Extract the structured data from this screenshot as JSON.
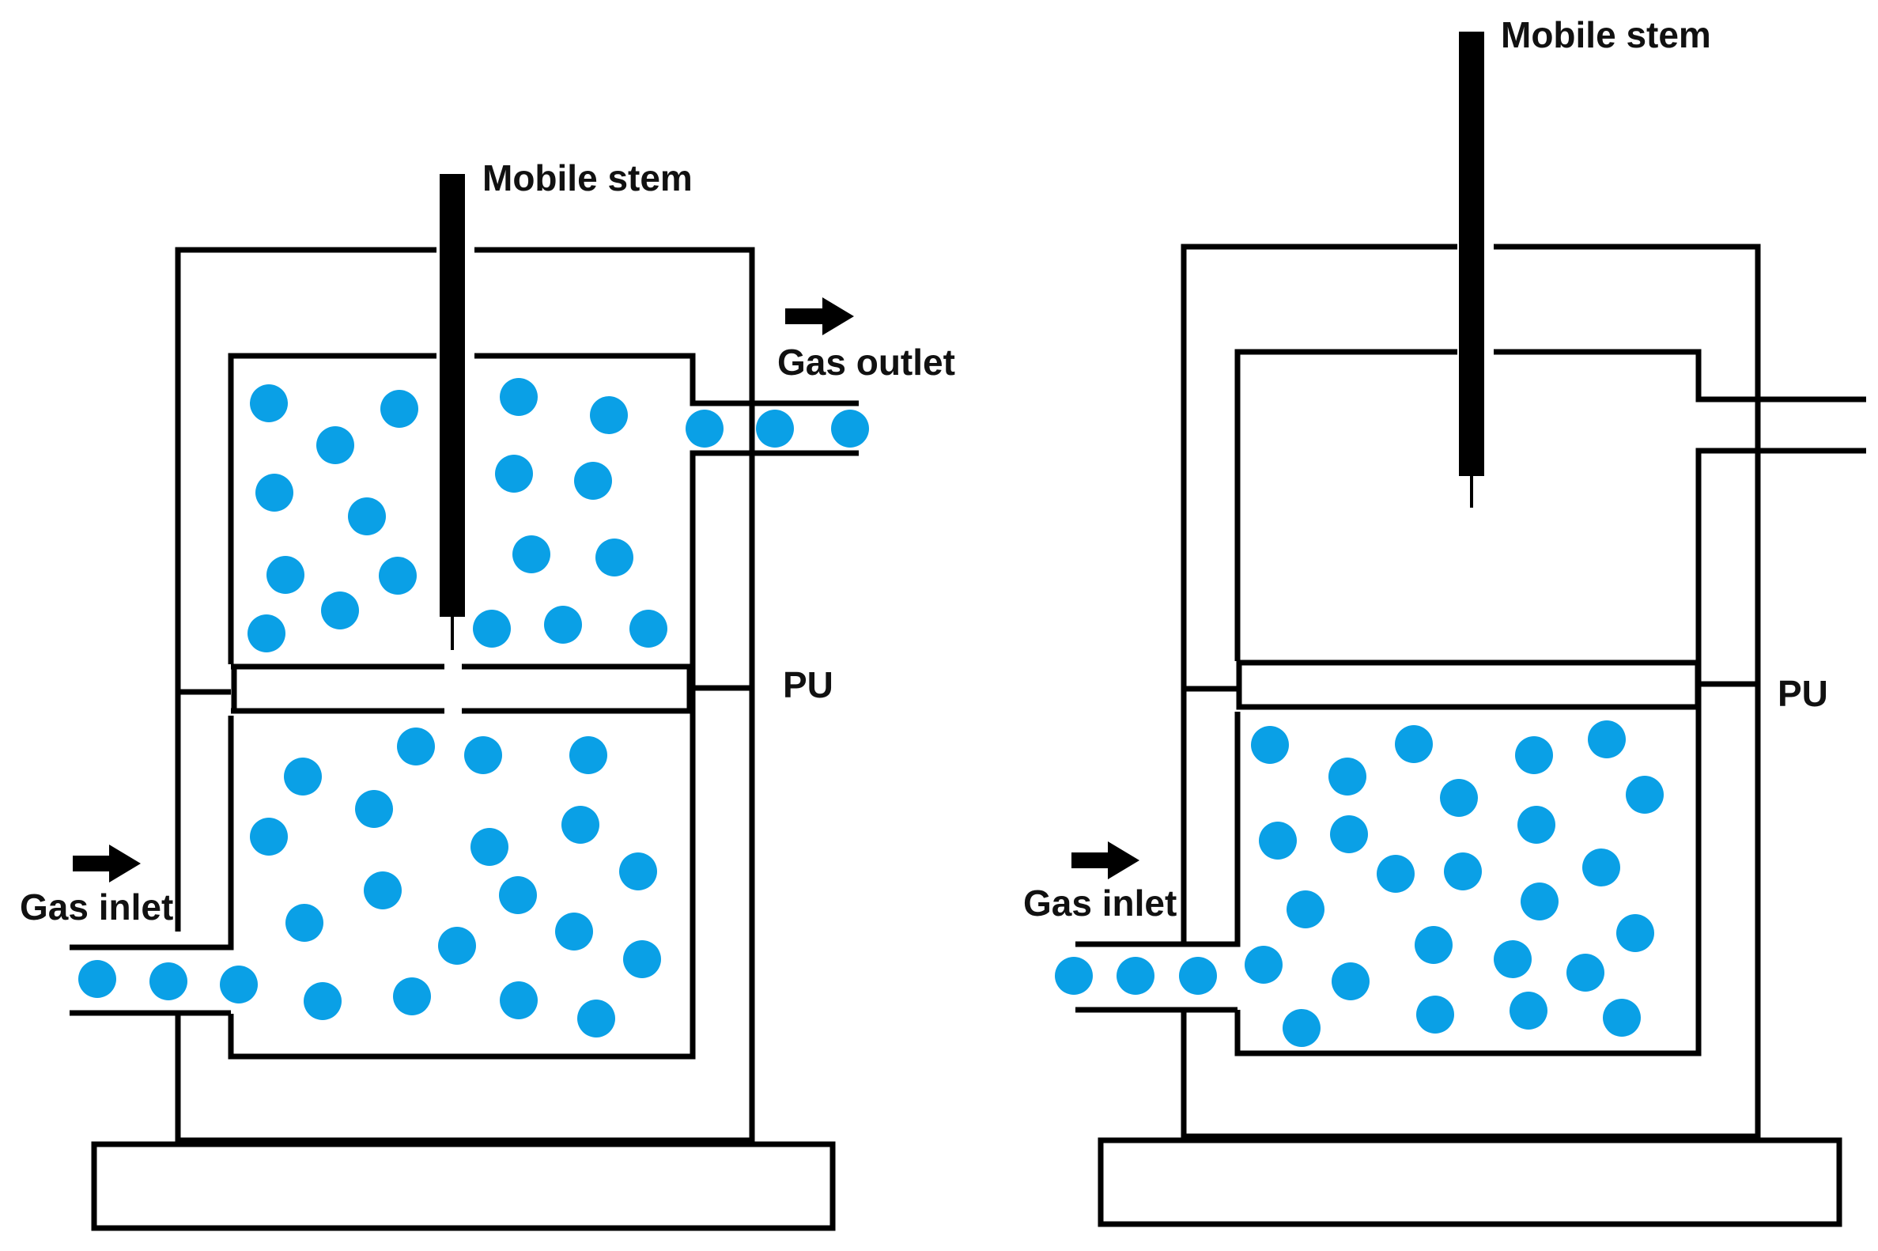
{
  "labels": {
    "left_mobile_stem": "Mobile stem",
    "left_gas_outlet": "Gas outlet",
    "left_pu": "PU",
    "left_gas_inlet": "Gas inlet",
    "right_mobile_stem": "Mobile stem",
    "right_pu": "PU",
    "right_gas_inlet": "Gas inlet"
  },
  "colors": {
    "line": "#000000",
    "particle": "#0aa0e6",
    "background": "#ffffff"
  },
  "icons": {
    "flow_arrow": "right-arrow-icon",
    "gas_particle": "circle-icon"
  }
}
